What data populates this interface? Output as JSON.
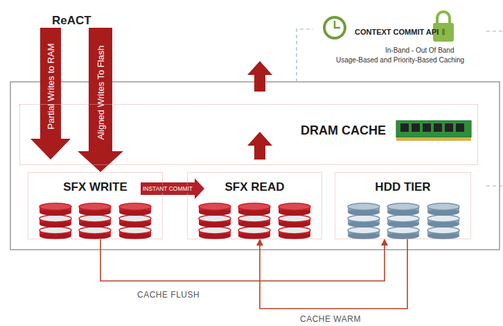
{
  "diagram": {
    "nodes": [
      {
        "text": [
          "Partial Writes to RAM"
        ]
      },
      {
        "text": [
          "Aligned Writes To Flash"
        ]
      },
      {
        "text": [
          "DRAM CACHE"
        ]
      },
      {
        "text": [
          "SFX WRITE"
        ]
      },
      {
        "text": [
          "SFX READ"
        ]
      },
      {
        "text": [
          "HDD TIER"
        ]
      }
    ],
    "edges": [
      {
        "from": 3,
        "to": 4,
        "arrow": "to",
        "label": "INSTANT COMMIT"
      },
      {
        "from": 3,
        "to": 5,
        "arrow": "to",
        "label": "CACHE FLUSH"
      },
      {
        "from": 5,
        "to": 4,
        "arrow": "to",
        "label": "CACHE WARM"
      }
    ],
    "labels": [
      "ReACT",
      "CONTEXT COMMIT API",
      "In-Band - Out Of Band",
      "Usage-Based and Priority-Based Caching"
    ]
  }
}
